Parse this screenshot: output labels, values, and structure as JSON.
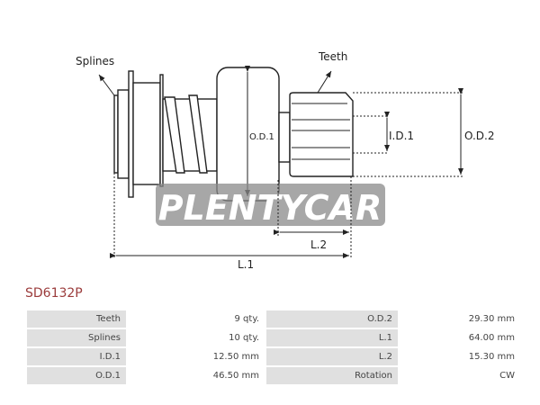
{
  "diagram": {
    "splines": "Splines",
    "teeth": "Teeth",
    "od1": "O.D.1",
    "od2": "O.D.2",
    "id1": "I.D.1",
    "l1": "L.1",
    "l2": "L.2",
    "watermark": "PLENTYCAR"
  },
  "product": {
    "code": "SD6132P"
  },
  "specs": [
    {
      "k1": "Teeth",
      "v1": "9 qty.",
      "k2": "O.D.2",
      "v2": "29.30 mm"
    },
    {
      "k1": "Splines",
      "v1": "10 qty.",
      "k2": "L.1",
      "v2": "64.00 mm"
    },
    {
      "k1": "I.D.1",
      "v1": "12.50 mm",
      "k2": "L.2",
      "v2": "15.30 mm"
    },
    {
      "k1": "O.D.1",
      "v1": "46.50 mm",
      "k2": "Rotation",
      "v2": "CW"
    }
  ]
}
